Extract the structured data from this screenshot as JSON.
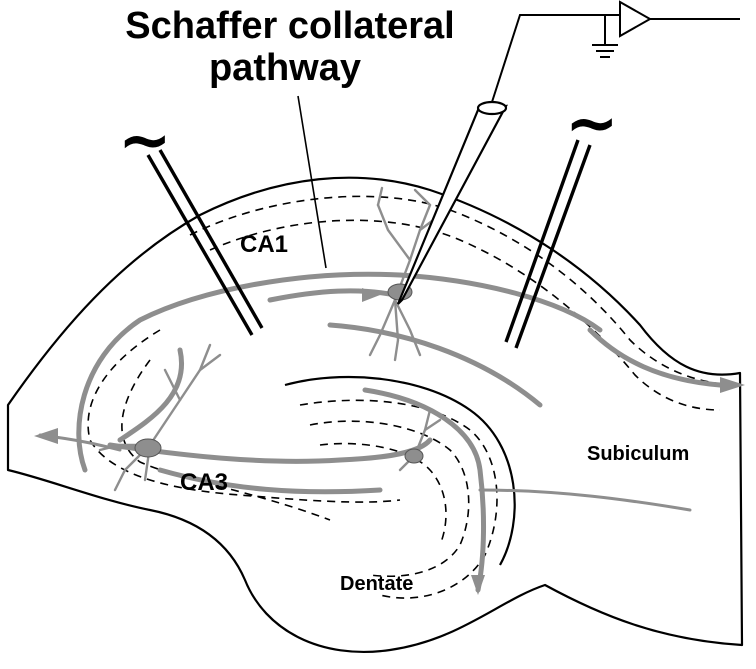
{
  "diagram": {
    "title_line1": "Schaffer collateral",
    "title_line2": "pathway",
    "labels": {
      "ca1": "CA1",
      "ca3": "CA3",
      "dentate": "Dentate",
      "subiculum": "Subiculum"
    },
    "stimulus_symbol": "~",
    "colors": {
      "outline": "#000000",
      "fiber": "#8e8e8e",
      "background": "#ffffff"
    },
    "icons": [
      "amplifier-icon",
      "ground-icon",
      "stimulus-icon",
      "pyramidal-neuron-icon"
    ]
  }
}
